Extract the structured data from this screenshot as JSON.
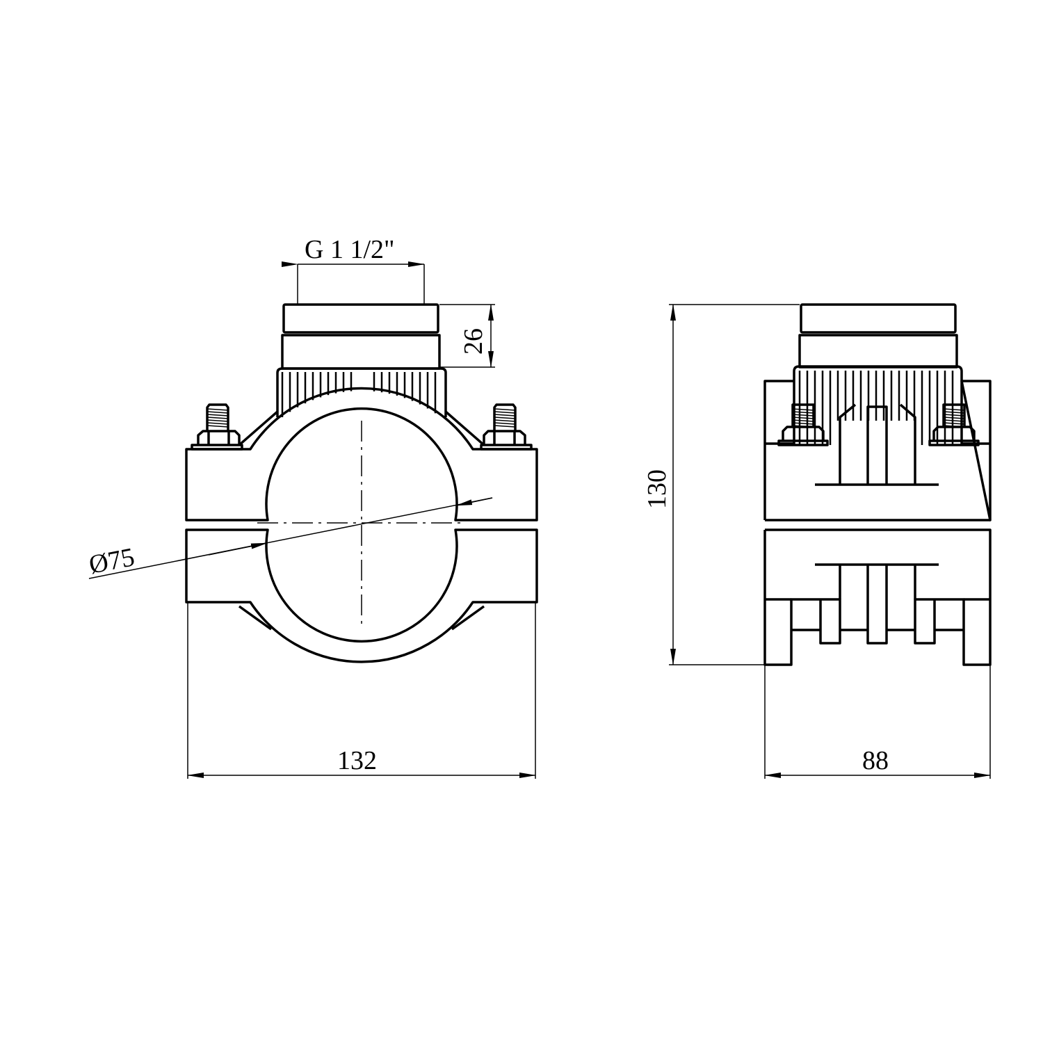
{
  "dimensions": {
    "thread": "G 1 1/2\"",
    "cap_height": "26",
    "pipe_diameter": "Ø75",
    "width_front": "132",
    "height_side": "130",
    "width_side": "88"
  },
  "colors": {
    "line": "#000000",
    "background": "#ffffff"
  }
}
